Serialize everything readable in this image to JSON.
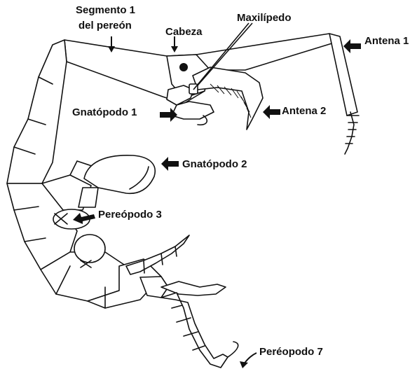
{
  "labels": {
    "segmento_line1": "Segmento 1",
    "segmento_line2": "del pereón",
    "cabeza": "Cabeza",
    "maxilipedo": "Maxilípedo",
    "antena1": "Antena 1",
    "antena2": "Antena 2",
    "gnatopodo1": "Gnatópodo 1",
    "gnatopodo2": "Gnatópodo 2",
    "pereopodo3": "Pereópodo 3",
    "pereopodo7": "Peréopodo 7"
  },
  "colors": {
    "ink": "#111111",
    "background": "#ffffff"
  }
}
